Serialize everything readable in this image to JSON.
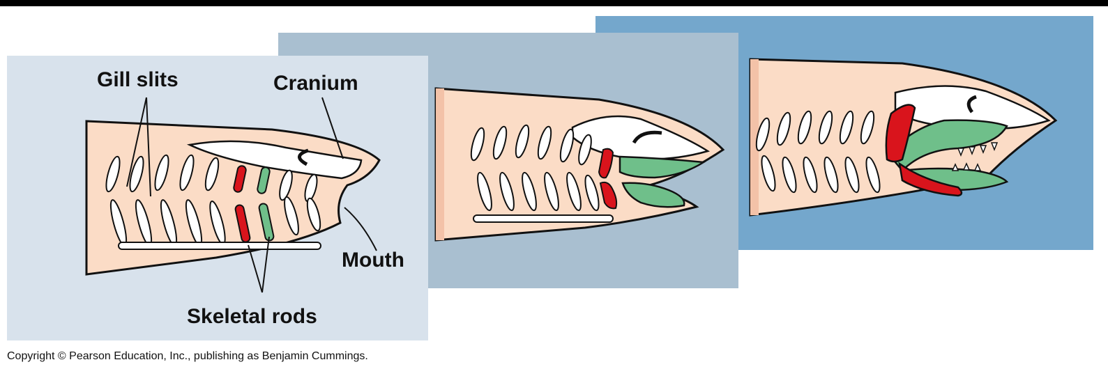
{
  "labels": {
    "gill_slits": "Gill slits",
    "cranium": "Cranium",
    "mouth": "Mouth",
    "skeletal_rods": "Skeletal rods"
  },
  "copyright": "Copyright © Pearson Education, Inc., publishing as Benjamin Cummings.",
  "colors": {
    "panel_1_bg": "#d8e2ec",
    "panel_2_bg": "#a9bfd0",
    "panel_3_bg": "#74a7cc",
    "body": "#fbdcc6",
    "skeletal_rod_red": "#d9141c",
    "skeletal_rod_green": "#6fbf8a",
    "cartilage": "#ffffff"
  }
}
